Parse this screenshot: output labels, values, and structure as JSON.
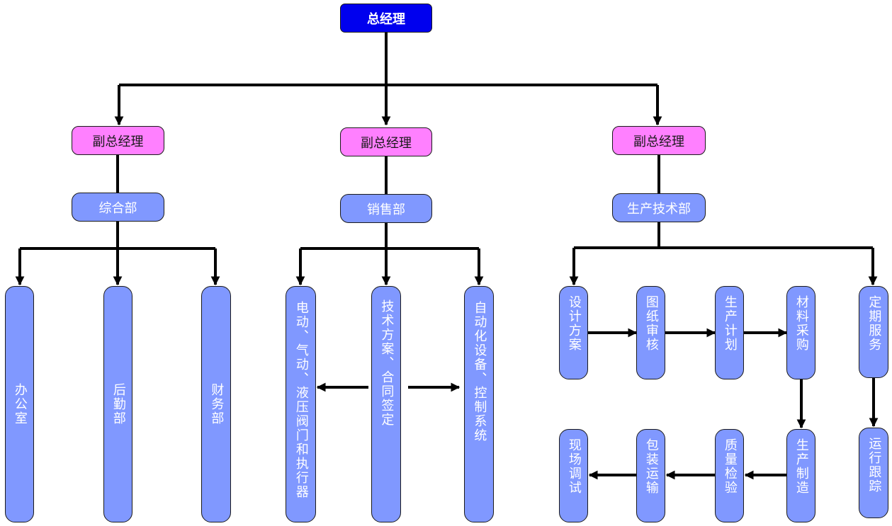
{
  "top": "总经理",
  "vp_left": "副总经理",
  "vp_mid": "副总经理",
  "vp_right": "副总经理",
  "dept_general": "综合部",
  "dept_sales": "销售部",
  "dept_production": "生产技术部",
  "general_units": [
    "办公室",
    "后勤部",
    "财务部"
  ],
  "sales_units": [
    "电动、气动、液压阀门和执行器",
    "技术方案、合同签定",
    "自动化设备、控制系统"
  ],
  "production_row1": [
    "设计方案",
    "图纸审核",
    "生产计划",
    "材料采购",
    "定期服务"
  ],
  "production_row2": [
    "现场调试",
    "包装运输",
    "质量检验",
    "生产制造",
    "运行跟踪"
  ],
  "colors": {
    "top": "#0000ee",
    "vp": "#ff80ff",
    "dept": "#8098ff",
    "line": "#000000"
  }
}
